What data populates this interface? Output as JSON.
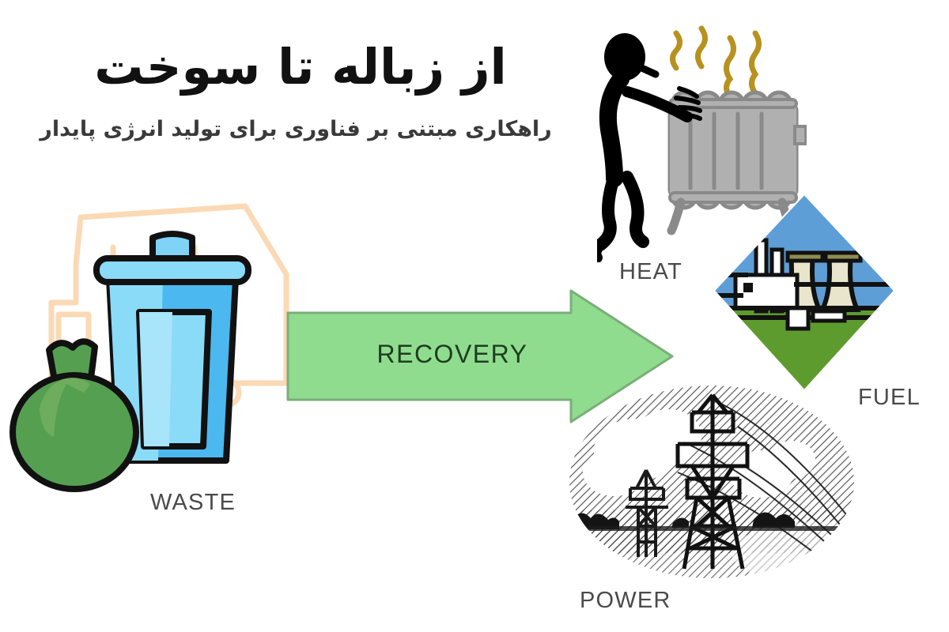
{
  "header": {
    "title_fa": "از زباله تا سوخت",
    "subtitle_fa": "راهکاری مبتنی بر فناوری برای تولید انرژی پایدار"
  },
  "flow": {
    "source": {
      "label": "WASTE",
      "icon": "waste-bin-and-bag-icon"
    },
    "process": {
      "label": "RECOVERY",
      "icon": "right-arrow-icon",
      "fill_color": "#90DC8E",
      "border_color": "#7AAE79",
      "text_color": "#1D3D20"
    },
    "outputs": [
      {
        "label": "HEAT",
        "icon": "radiator-person-warming-icon"
      },
      {
        "label": "FUEL",
        "icon": "power-plant-diamond-icon"
      },
      {
        "label": "POWER",
        "icon": "electric-pylon-icon"
      }
    ]
  },
  "palette": {
    "background": "#FFFFFF",
    "caption_text": "#4A4A4A",
    "title_text": "#111111",
    "subtitle_text": "#3A3A3A",
    "waste_bag_green": "#55A050",
    "waste_bag_highlight": "#6EAD5E",
    "bin_light_blue": "#8ADBF8",
    "bin_mid_blue": "#4BB8EF",
    "truck_outline_peach": "#FBD9B5",
    "radiator_grey": "#B0B0B0",
    "heat_wave_gold": "#B8921F",
    "fuel_sky_blue": "#5E9ED6",
    "fuel_land_green": "#5E9B2E",
    "power_ink": "#2B2B2B"
  }
}
